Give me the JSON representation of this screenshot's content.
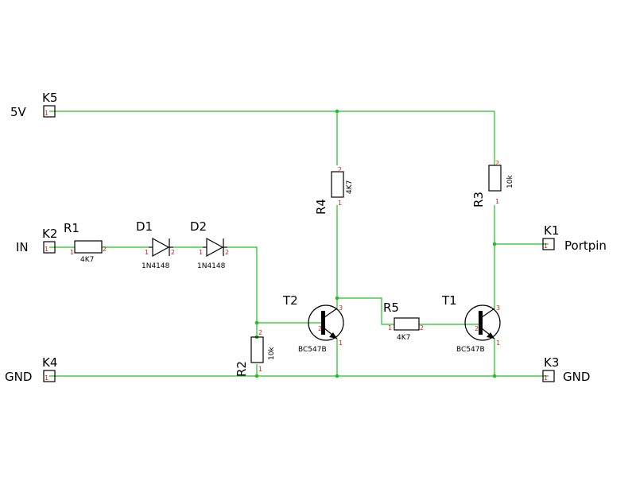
{
  "connectors": {
    "K5": {
      "ref": "K5",
      "net": "5V"
    },
    "K2": {
      "ref": "K2",
      "net": "IN"
    },
    "K4": {
      "ref": "K4",
      "net": "GND"
    },
    "K3": {
      "ref": "K3",
      "net": "GND"
    },
    "K1": {
      "ref": "K1",
      "net": "Portpin"
    }
  },
  "resistors": {
    "R1": {
      "ref": "R1",
      "value": "4K7"
    },
    "R2": {
      "ref": "R2",
      "value": "10k"
    },
    "R3": {
      "ref": "R3",
      "value": "10k"
    },
    "R4": {
      "ref": "R4",
      "value": "4K7"
    },
    "R5": {
      "ref": "R5",
      "value": "4K7"
    }
  },
  "diodes": {
    "D1": {
      "ref": "D1",
      "value": "1N4148"
    },
    "D2": {
      "ref": "D2",
      "value": "1N4148"
    }
  },
  "transistors": {
    "T1": {
      "ref": "T1",
      "value": "BC547B"
    },
    "T2": {
      "ref": "T2",
      "value": "BC547B"
    }
  },
  "pins": {
    "p1": "1",
    "p2": "2",
    "p3": "3"
  },
  "colors": {
    "wire": "#22c022",
    "component": "#000000",
    "pin_marker": "#d02020"
  }
}
